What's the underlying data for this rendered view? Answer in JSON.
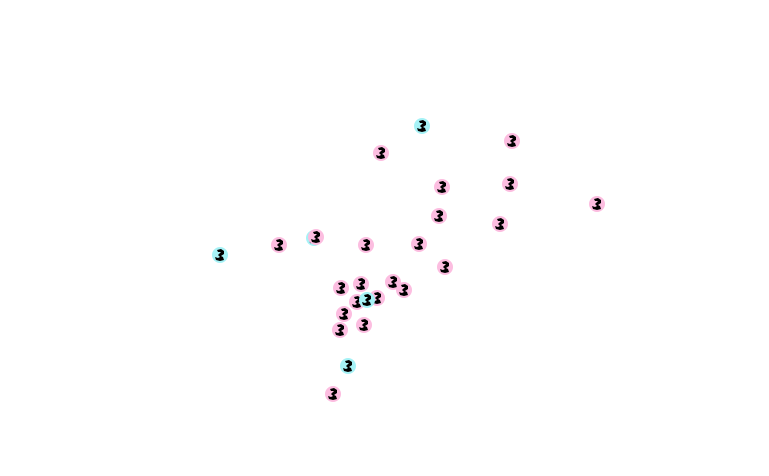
{
  "chart_data": {
    "type": "scatter",
    "title": "",
    "xlabel": "",
    "ylabel": "",
    "xlim": [
      0,
      100
    ],
    "ylim": [
      0,
      100
    ],
    "grid": false,
    "legend": "none",
    "series": [
      {
        "name": "cyan",
        "color": "#a6f2f6"
      },
      {
        "name": "pink",
        "color": "#fcbde0"
      }
    ],
    "points": [
      {
        "s": 1,
        "x": 45.25,
        "y": 66.75
      },
      {
        "s": 0,
        "x": 55.5,
        "y": 73.5
      },
      {
        "s": 1,
        "x": 78,
        "y": 69.75
      },
      {
        "s": 1,
        "x": 60.5,
        "y": 58.25
      },
      {
        "s": 1,
        "x": 77.5,
        "y": 59
      },
      {
        "s": 1,
        "x": 99.25,
        "y": 54
      },
      {
        "s": 1,
        "x": 59.75,
        "y": 51
      },
      {
        "s": 1,
        "x": 75,
        "y": 49
      },
      {
        "s": 0,
        "x": 5,
        "y": 41.25
      },
      {
        "s": 1,
        "x": 19.75,
        "y": 43.75
      },
      {
        "s": 0,
        "x": 28.5,
        "y": 45.5
      },
      {
        "s": 1,
        "x": 29,
        "y": 45.75
      },
      {
        "s": 1,
        "x": 41.5,
        "y": 43.75
      },
      {
        "s": 1,
        "x": 54.75,
        "y": 44
      },
      {
        "s": 1,
        "x": 61.25,
        "y": 38.25
      },
      {
        "s": 1,
        "x": 35.25,
        "y": 33
      },
      {
        "s": 1,
        "x": 40.25,
        "y": 34
      },
      {
        "s": 1,
        "x": 48.25,
        "y": 34.5
      },
      {
        "s": 1,
        "x": 51,
        "y": 32.5
      },
      {
        "s": 1,
        "x": 44.25,
        "y": 30.5
      },
      {
        "s": 1,
        "x": 39.25,
        "y": 29.5
      },
      {
        "s": 0,
        "x": 41.75,
        "y": 30
      },
      {
        "s": 1,
        "x": 36,
        "y": 26.5
      },
      {
        "s": 1,
        "x": 35,
        "y": 22.5
      },
      {
        "s": 1,
        "x": 41,
        "y": 23.75
      },
      {
        "s": 0,
        "x": 37,
        "y": 13.5
      },
      {
        "s": 1,
        "x": 33.25,
        "y": 6.5
      }
    ]
  }
}
